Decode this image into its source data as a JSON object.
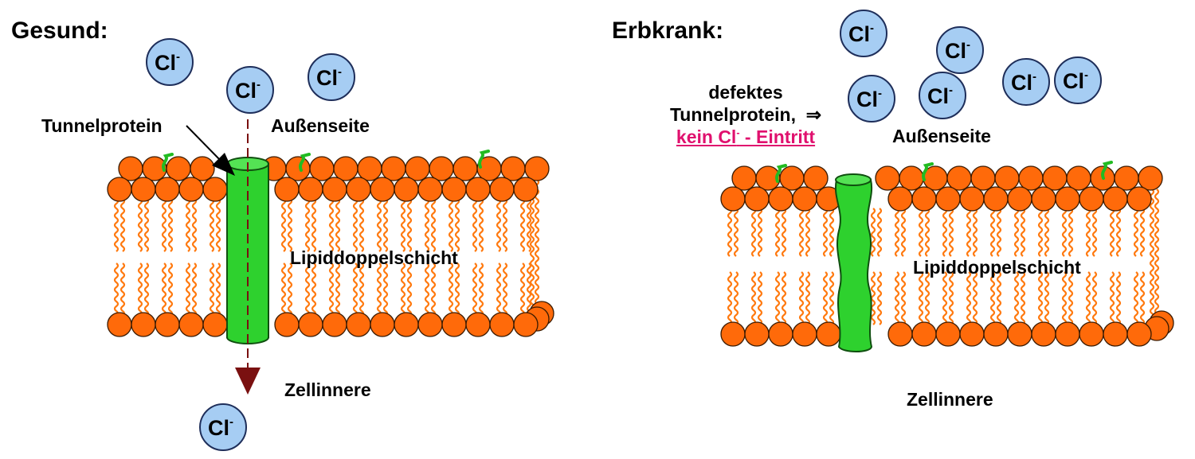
{
  "colors": {
    "head_fill": "#ff6a0a",
    "tail": "#ff7a10",
    "protein_fill": "#2ed12e",
    "ion_fill": "#a6cdf3",
    "arrow": "#7a1010",
    "highlight": "#e0106e",
    "carbohydrate": "#22bb22"
  },
  "panels": {
    "healthy": {
      "heading": "Gesund:",
      "protein_label": "Tunnelprotein",
      "outside_label": "Außenseite",
      "membrane_label": "Lipiddoppelschicht",
      "inside_label": "Zellinnere"
    },
    "sick": {
      "heading": "Erbkrank:",
      "defect_line1": "defektes",
      "defect_line2": "Tunnelprotein,",
      "implies": "⇒",
      "no_entry_prefix": "kein Cl",
      "no_entry_sup": "-",
      "no_entry_suffix": " - Eintritt",
      "outside_label": "Außenseite",
      "membrane_label": "Lipiddoppelschicht",
      "inside_label": "Zellinnere"
    }
  },
  "ion": {
    "symbol": "Cl",
    "charge": "-"
  }
}
